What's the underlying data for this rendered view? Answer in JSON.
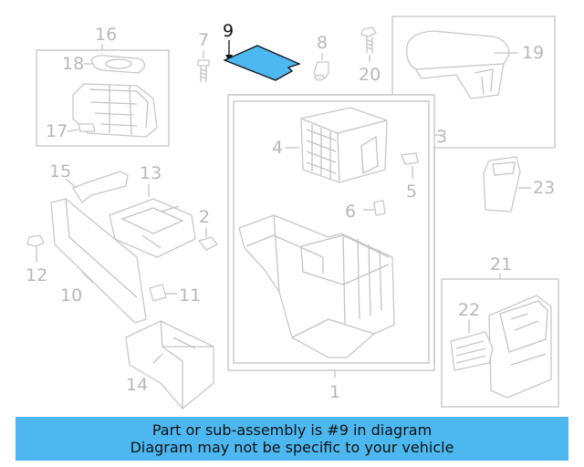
{
  "diagram": {
    "highlight_color": "#4db8f0",
    "highlighted_part": "9",
    "labels": [
      "1",
      "2",
      "3",
      "4",
      "5",
      "6",
      "7",
      "8",
      "9",
      "10",
      "11",
      "12",
      "13",
      "14",
      "15",
      "16",
      "17",
      "18",
      "19",
      "20",
      "21",
      "22",
      "23"
    ]
  },
  "banner": {
    "line1": "Part or sub-assembly is #9 in diagram",
    "line2": "Diagram may not be specific to your vehicle",
    "color": "#4db8f0"
  }
}
